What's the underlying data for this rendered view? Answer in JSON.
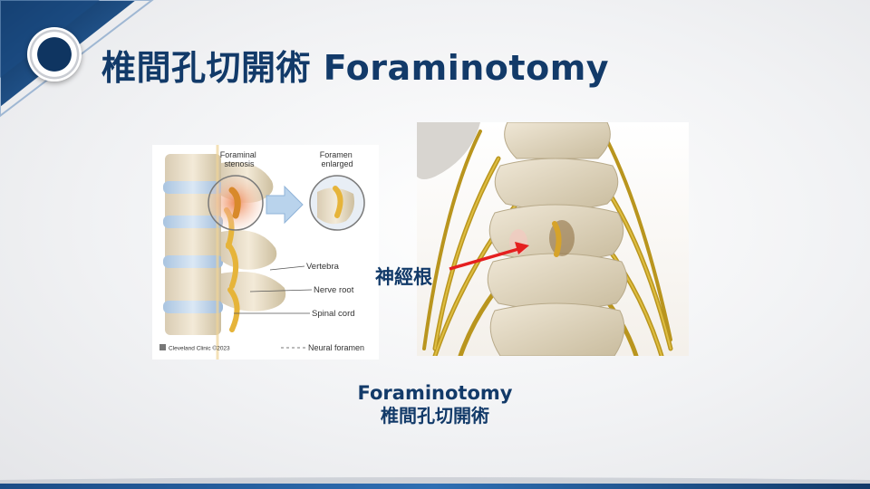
{
  "slide": {
    "title": "椎間孔切開術 Foraminotomy",
    "caption_en": "Foraminotomy",
    "caption_zh": "椎間孔切開術",
    "nerve_root_label": "神經根",
    "colors": {
      "title": "#123a69",
      "accent": "#1e4f86",
      "arrow": "#e51f1f"
    }
  },
  "left_figure": {
    "label_stenosis": [
      "Foraminal",
      "stenosis"
    ],
    "label_enlarged": [
      "Foramen",
      "enlarged"
    ],
    "label_vertebra": "Vertebra",
    "label_nerve_root": "Nerve root",
    "label_spinal_cord": "Spinal cord",
    "label_neural_foramen": "Neural foramen",
    "credit": "Cleveland Clinic ©2023"
  }
}
